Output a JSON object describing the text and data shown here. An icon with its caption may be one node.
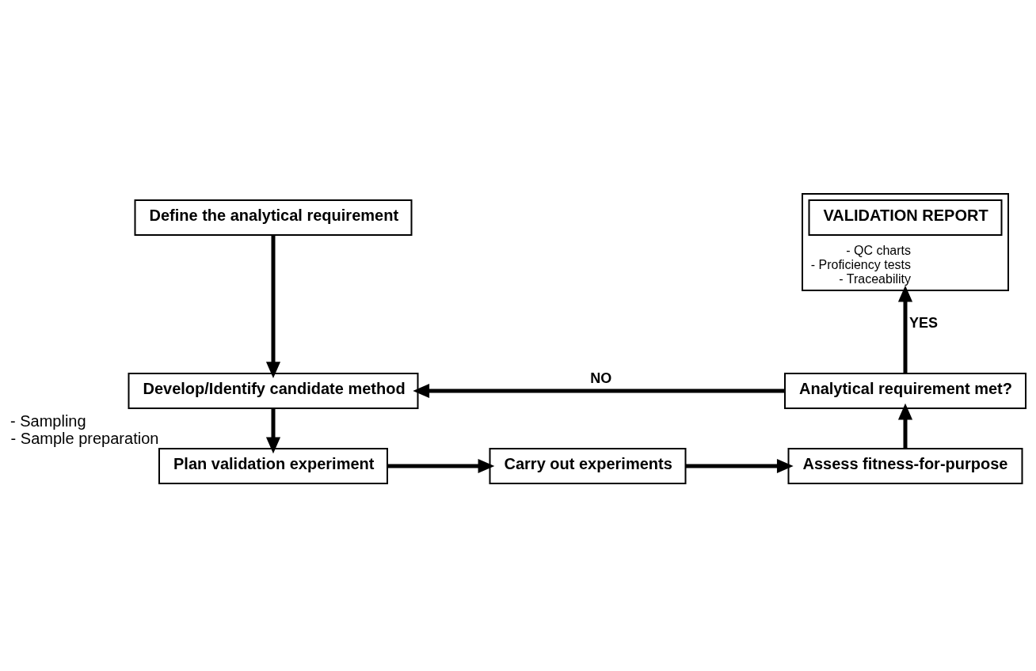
{
  "diagram": {
    "nodes": [
      {
        "text": [
          "Define the analytical requirement"
        ]
      },
      {
        "text": [
          "Develop/Identify candidate method"
        ]
      },
      {
        "text": [
          "Plan validation experiment"
        ],
        "beside": [
          "- Sampling",
          "- Sample preparation"
        ]
      },
      {
        "text": [
          "Carry out experiments"
        ]
      },
      {
        "text": [
          "Assess fitness-for-purpose"
        ]
      },
      {
        "text": [
          "Analytical requirement met?"
        ]
      },
      {
        "text": [
          "- QC charts",
          "- Proficiency tests",
          "- Traceability"
        ]
      },
      {
        "text": [
          "VALIDATION REPORT"
        ],
        "in": 6
      }
    ],
    "edges": [
      {
        "from": 0,
        "to": 1,
        "arrow": "to"
      },
      {
        "from": 1,
        "to": 2,
        "arrow": "to"
      },
      {
        "from": 2,
        "to": 3,
        "arrow": "to"
      },
      {
        "from": 3,
        "to": 4,
        "arrow": "to"
      },
      {
        "from": 4,
        "to": 5,
        "arrow": "to"
      },
      {
        "from": 5,
        "to": 6,
        "arrow": "to",
        "label": "YES"
      },
      {
        "from": 5,
        "to": 1,
        "arrow": "to",
        "label": "NO"
      }
    ]
  }
}
